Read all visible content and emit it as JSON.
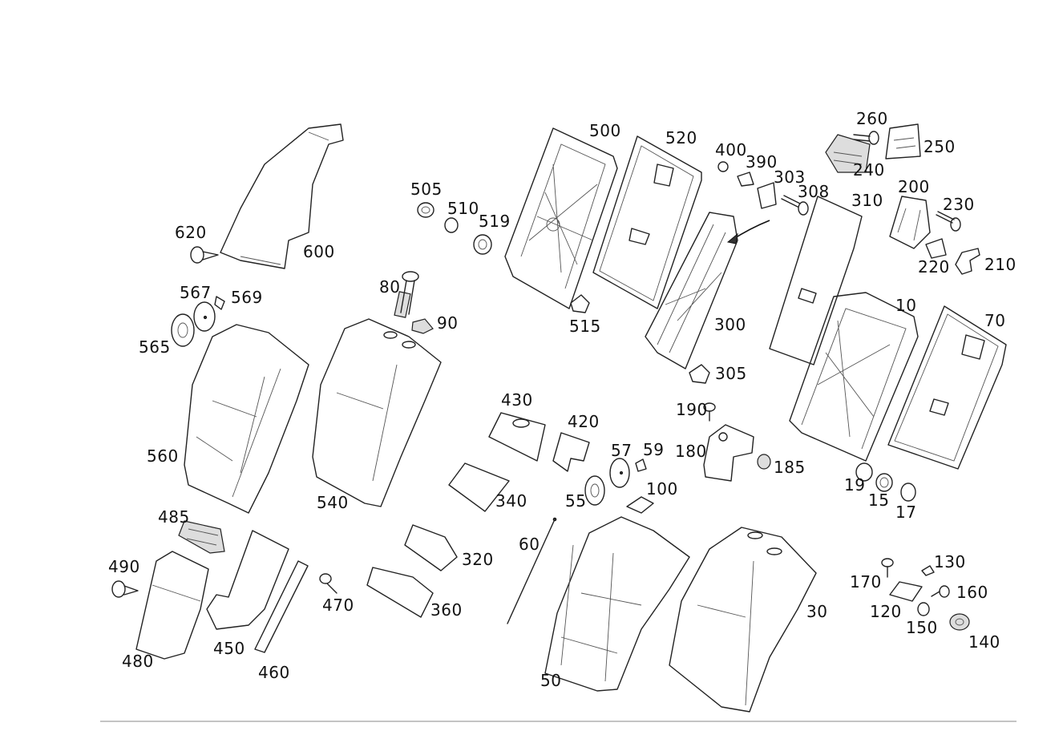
{
  "colors": {
    "line": "#222222",
    "background": "#ffffff",
    "rule": "#888888"
  },
  "callouts": [
    {
      "id": "620",
      "text": "620"
    },
    {
      "id": "600",
      "text": "600"
    },
    {
      "id": "567",
      "text": "567"
    },
    {
      "id": "569",
      "text": "569"
    },
    {
      "id": "565",
      "text": "565"
    },
    {
      "id": "560",
      "text": "560"
    },
    {
      "id": "80",
      "text": "80"
    },
    {
      "id": "90",
      "text": "90"
    },
    {
      "id": "540",
      "text": "540"
    },
    {
      "id": "505",
      "text": "505"
    },
    {
      "id": "510",
      "text": "510"
    },
    {
      "id": "519",
      "text": "519"
    },
    {
      "id": "500",
      "text": "500"
    },
    {
      "id": "515",
      "text": "515"
    },
    {
      "id": "520",
      "text": "520"
    },
    {
      "id": "400",
      "text": "400"
    },
    {
      "id": "390",
      "text": "390"
    },
    {
      "id": "303",
      "text": "303"
    },
    {
      "id": "308",
      "text": "308"
    },
    {
      "id": "310",
      "text": "310"
    },
    {
      "id": "300",
      "text": "300"
    },
    {
      "id": "305",
      "text": "305"
    },
    {
      "id": "260",
      "text": "260"
    },
    {
      "id": "250",
      "text": "250"
    },
    {
      "id": "240",
      "text": "240"
    },
    {
      "id": "200",
      "text": "200"
    },
    {
      "id": "230",
      "text": "230"
    },
    {
      "id": "220",
      "text": "220"
    },
    {
      "id": "210",
      "text": "210"
    },
    {
      "id": "10",
      "text": "10"
    },
    {
      "id": "70",
      "text": "70"
    },
    {
      "id": "430",
      "text": "430"
    },
    {
      "id": "420",
      "text": "420"
    },
    {
      "id": "340",
      "text": "340"
    },
    {
      "id": "57",
      "text": "57"
    },
    {
      "id": "59",
      "text": "59"
    },
    {
      "id": "55",
      "text": "55"
    },
    {
      "id": "100",
      "text": "100"
    },
    {
      "id": "190",
      "text": "190"
    },
    {
      "id": "180",
      "text": "180"
    },
    {
      "id": "185",
      "text": "185"
    },
    {
      "id": "19",
      "text": "19"
    },
    {
      "id": "15",
      "text": "15"
    },
    {
      "id": "17",
      "text": "17"
    },
    {
      "id": "485",
      "text": "485"
    },
    {
      "id": "490",
      "text": "490"
    },
    {
      "id": "480",
      "text": "480"
    },
    {
      "id": "450",
      "text": "450"
    },
    {
      "id": "460",
      "text": "460"
    },
    {
      "id": "470",
      "text": "470"
    },
    {
      "id": "320",
      "text": "320"
    },
    {
      "id": "360",
      "text": "360"
    },
    {
      "id": "60",
      "text": "60"
    },
    {
      "id": "50",
      "text": "50"
    },
    {
      "id": "30",
      "text": "30"
    },
    {
      "id": "130",
      "text": "130"
    },
    {
      "id": "170",
      "text": "170"
    },
    {
      "id": "160",
      "text": "160"
    },
    {
      "id": "120",
      "text": "120"
    },
    {
      "id": "150",
      "text": "150"
    },
    {
      "id": "140",
      "text": "140"
    }
  ]
}
